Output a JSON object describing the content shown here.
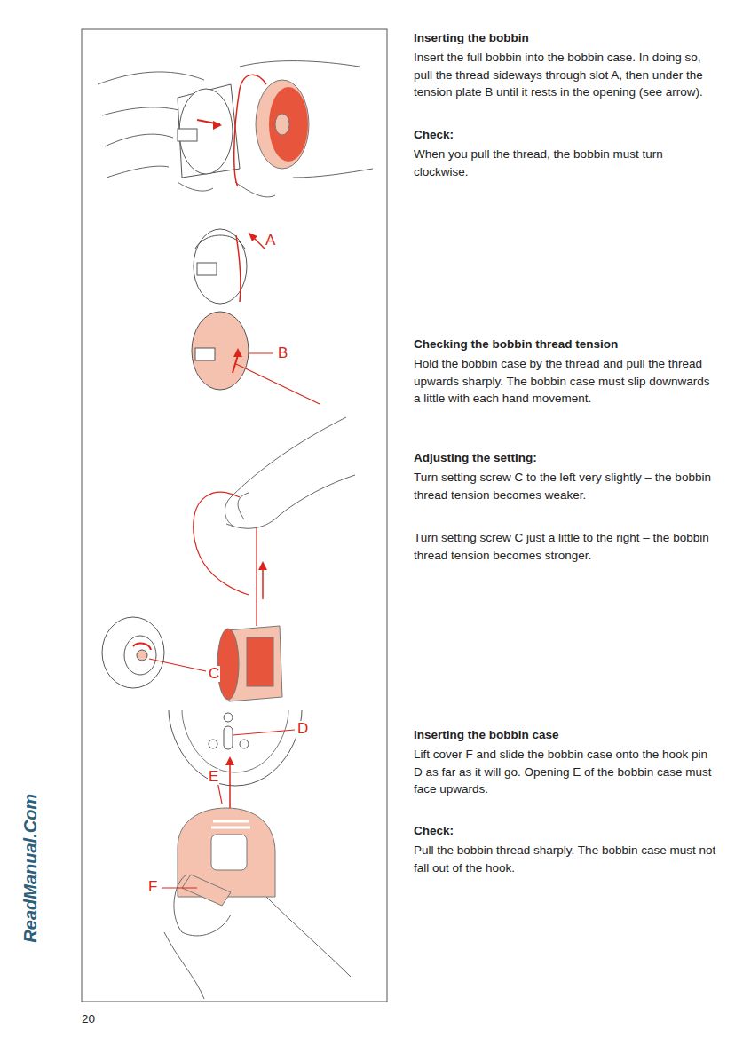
{
  "diagram": {
    "labels": [
      "Inserting the bobbin",
      "Insert the full bobbin into the bobbin case. In doing so, pull the thread sideways through slot A, then under the tension plate B until it rests in the opening (see arrow).",
      "Check:",
      "When you pull the thread, the bobbin must turn clockwise.",
      "Checking the bobbin thread tension",
      "Hold the bobbin case by the thread and pull the thread upwards sharply. The bobbin case must slip downwards a little with each hand movement.",
      "Adjusting the setting:",
      "Turn setting screw C to the left very slightly – the bobbin thread tension becomes weaker.",
      "Turn setting screw C just a little to the right – the bobbin thread tension becomes stronger.",
      "Inserting the bobbin case",
      "Lift cover F and slide the bobbin case onto the hook pin D as far as it will go. Opening E of the bobbin case must face upwards.",
      "Check:",
      "Pull the bobbin thread sharply. The bobbin case must not fall out of the hook.",
      "A",
      "B",
      "C",
      "D",
      "E",
      "F",
      "20",
      "ReadManual.Com"
    ]
  }
}
